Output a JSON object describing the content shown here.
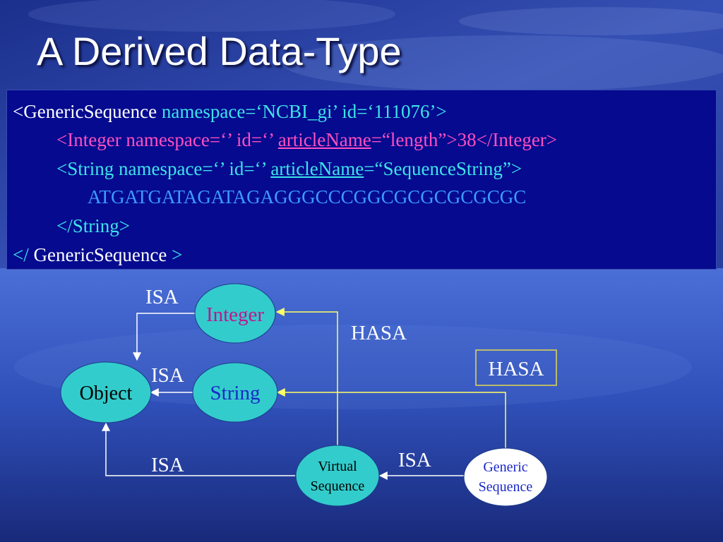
{
  "slide": {
    "title": "A Derived Data-Type"
  },
  "code": {
    "line1": {
      "tag": "<GenericSequence",
      "attrs": " namespace=‘NCBI_gi’ id=‘111076’>"
    },
    "line2": {
      "pre": "<Integer namespace=‘’ id=‘’ ",
      "attr": "articleName",
      "post": "=“length”>38</Integer>"
    },
    "line3": {
      "pre": "<String namespace=‘’ id=‘’ ",
      "attr": "articleName",
      "post": "=“SequenceString”>"
    },
    "line4": "ATGATGATAGATAGAGGGCCCGGCGCGCGCGCGC",
    "line5": "</String>",
    "line6": {
      "open": "</",
      "name": " GenericSequence ",
      "close": ">"
    }
  },
  "diagram": {
    "nodes": {
      "integer": "Integer",
      "object": "Object",
      "string": "String",
      "virtual_line1": "Virtual",
      "virtual_line2": "Sequence",
      "generic_line1": "Generic",
      "generic_line2": "Sequence"
    },
    "labels": {
      "isa_integer": "ISA",
      "isa_string": "ISA",
      "isa_virtual": "ISA",
      "isa_generic": "ISA",
      "hasa_top": "HASA",
      "hasa_legend": "HASA"
    },
    "colors": {
      "node_fill": "#33cccc",
      "generic_fill": "#ffffff",
      "isa_line": "#ffffff",
      "hasa_line": "#ffff66",
      "integer_text": "#c0158f",
      "string_text": "#1a28c8"
    }
  }
}
